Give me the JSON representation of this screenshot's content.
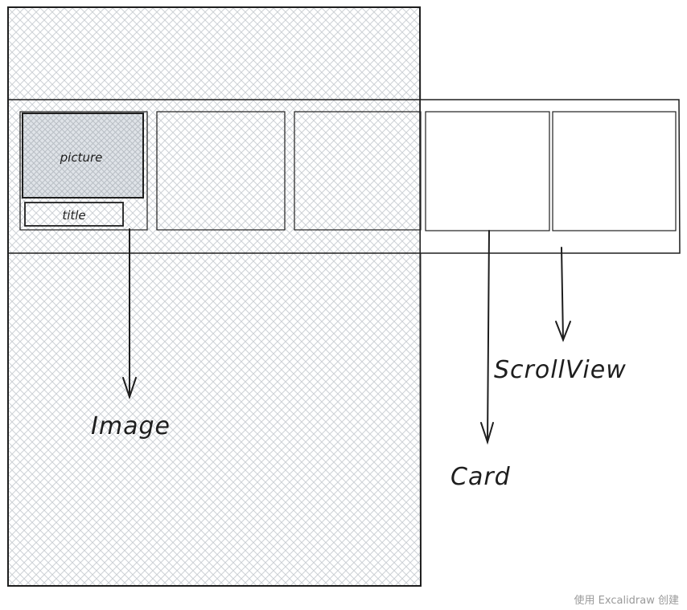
{
  "labels": {
    "picture": "picture",
    "title": "title",
    "image": "Image",
    "card": "Card",
    "scrollview": "ScrollView"
  },
  "footer": {
    "credit": "使用 Excalidraw 创建"
  },
  "colors": {
    "stroke": "#1e1e1e",
    "hatch": "#cdd1d6",
    "picture_fill": "#dfe3e8",
    "background": "#ffffff",
    "credit": "#9a9a9a"
  }
}
